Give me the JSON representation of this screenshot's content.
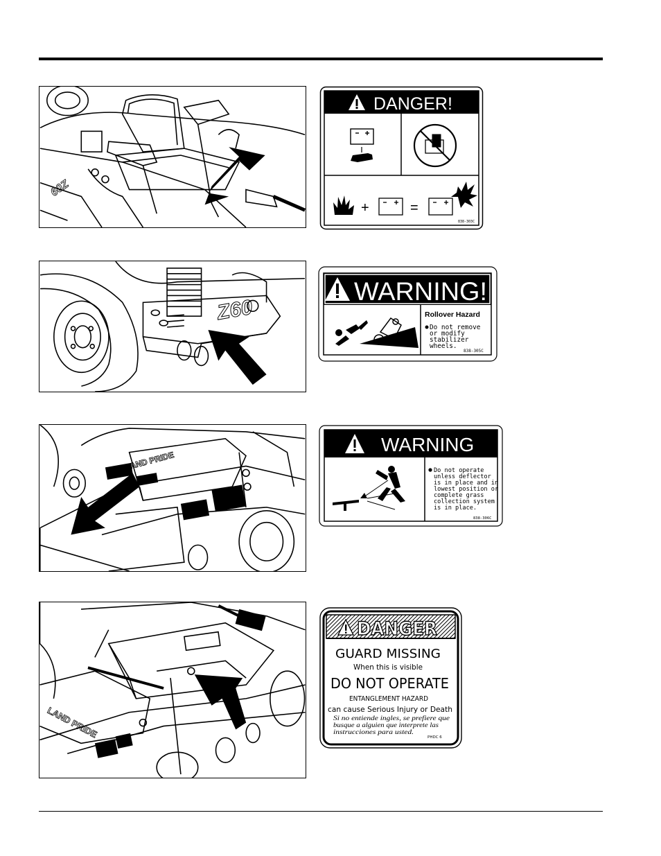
{
  "decals": {
    "battery": {
      "header": "DANGER!",
      "part_number": "838-303C"
    },
    "rollover": {
      "header": "WARNING!",
      "title": "Rollover Hazard",
      "lines": [
        "Do not remove",
        "or modify",
        "stabilizer",
        "wheels."
      ],
      "part_number": "838-305C"
    },
    "deflector": {
      "header": "WARNING",
      "lines": [
        "Do not operate",
        "unless deflector",
        "is in place and in",
        "lowest position or",
        "complete grass",
        "collection system",
        "is in place."
      ],
      "part_number": "838-306C"
    },
    "guard": {
      "header": "DANGER",
      "line1": "GUARD MISSING",
      "line2": "When this is visible",
      "line3": "DO NOT OPERATE",
      "line4": "ENTANGLEMENT HAZARD",
      "line5": "can cause Serious Injury or Death",
      "spanish": [
        "Si no entiende ingles, se prefiere que",
        "busque a alguien que interprete las",
        "instrucciones para usted."
      ],
      "part_number": "PHDC 6"
    }
  },
  "photos": {
    "seat_model_text": "60Z",
    "z60_text": "Z60",
    "brand_text": "LAND PRIDE"
  },
  "icons": [
    "warning-triangle-icon",
    "battery-icon",
    "hand-icon",
    "no-battery-icon",
    "fire-icon",
    "explosion-icon",
    "arrow-icon"
  ]
}
